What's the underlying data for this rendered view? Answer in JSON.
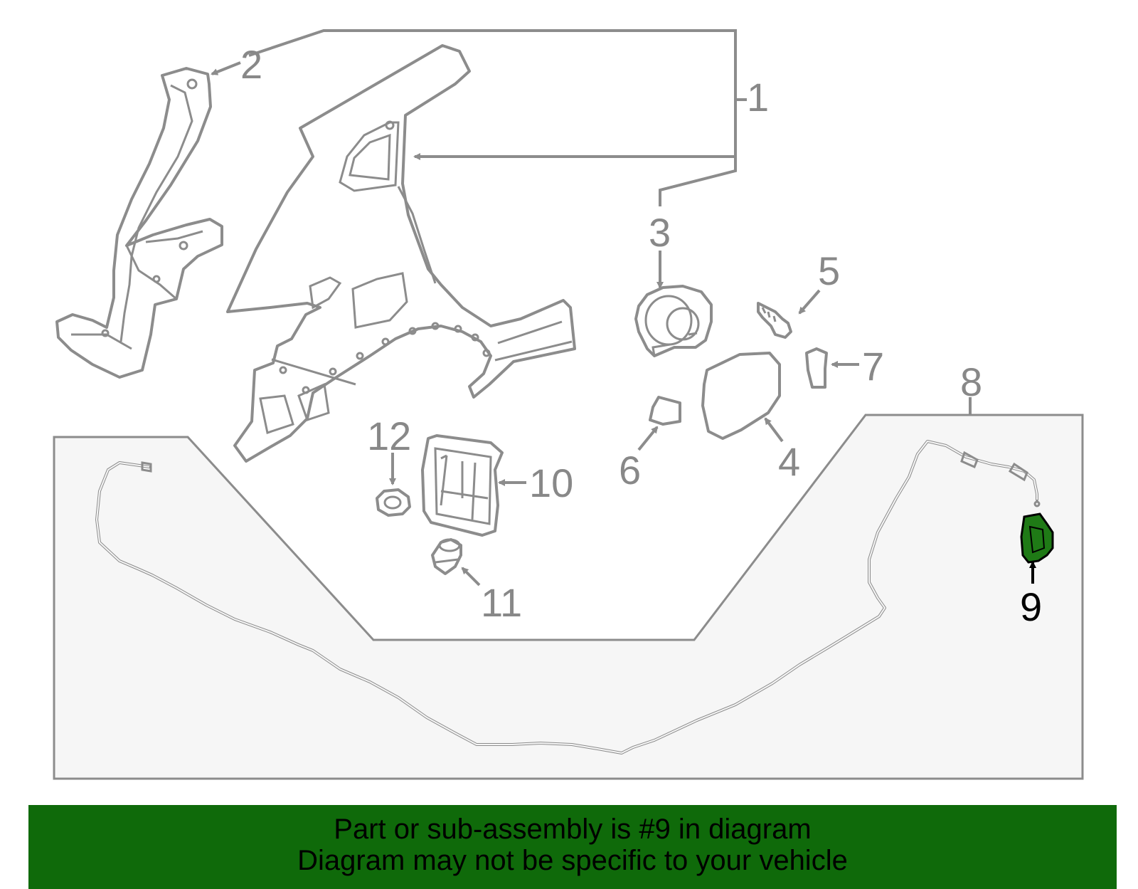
{
  "diagram": {
    "callouts": [
      {
        "id": "1",
        "text": "1"
      },
      {
        "id": "2",
        "text": "2"
      },
      {
        "id": "3",
        "text": "3"
      },
      {
        "id": "4",
        "text": "4"
      },
      {
        "id": "5",
        "text": "5"
      },
      {
        "id": "6",
        "text": "6"
      },
      {
        "id": "7",
        "text": "7"
      },
      {
        "id": "8",
        "text": "8"
      },
      {
        "id": "9",
        "text": "9"
      },
      {
        "id": "10",
        "text": "10"
      },
      {
        "id": "11",
        "text": "11"
      },
      {
        "id": "12",
        "text": "12"
      }
    ],
    "highlighted_part": "9",
    "colors": {
      "line": "#8c8c8c",
      "highlight": "#1f7a16",
      "panel": "#f6f6f6",
      "banner": "#0f6a0a"
    }
  },
  "caption": {
    "line1": "Part or sub-assembly is #9 in diagram",
    "line2": "Diagram may not be specific to your vehicle"
  }
}
